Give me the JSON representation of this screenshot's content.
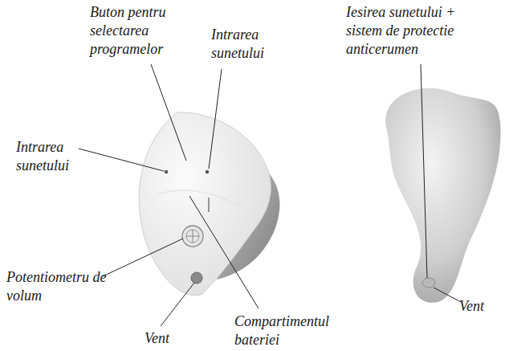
{
  "diagram": {
    "labels": [
      "Buton pentru selectarea programelor",
      "Intrarea sunetului",
      "Iesirea sunetului + sistem de protectie anticerumen",
      "Intrarea sunetului",
      "Potentiometru de volum",
      "Vent",
      "Compartimentul bateriei",
      "Vent"
    ]
  }
}
